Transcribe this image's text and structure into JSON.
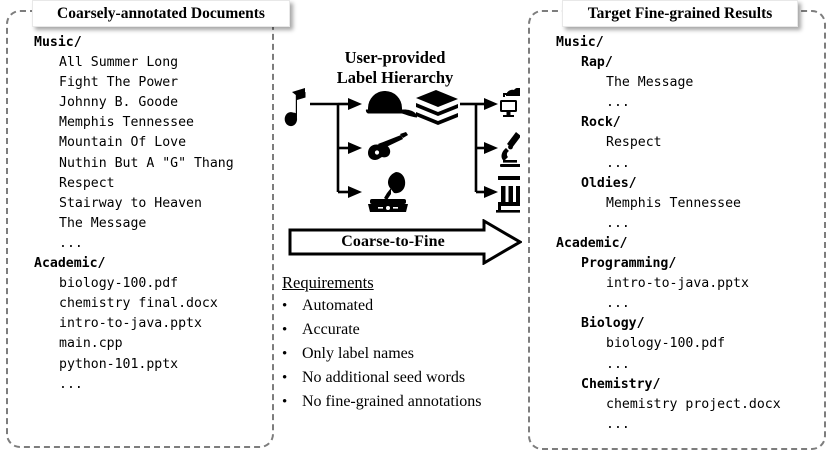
{
  "left_panel": {
    "title": "Coarsely-annotated Documents",
    "tree": [
      {
        "text": "Music/",
        "type": "node",
        "indent": 0
      },
      {
        "text": "All Summer Long",
        "type": "leaf",
        "indent": 1
      },
      {
        "text": "Fight The Power",
        "type": "leaf",
        "indent": 1
      },
      {
        "text": "Johnny B. Goode",
        "type": "leaf",
        "indent": 1
      },
      {
        "text": "Memphis Tennessee",
        "type": "leaf",
        "indent": 1
      },
      {
        "text": "Mountain Of Love",
        "type": "leaf",
        "indent": 1
      },
      {
        "text": "Nuthin But A \"G\" Thang",
        "type": "leaf",
        "indent": 1
      },
      {
        "text": "Respect",
        "type": "leaf",
        "indent": 1
      },
      {
        "text": "Stairway to Heaven",
        "type": "leaf",
        "indent": 1
      },
      {
        "text": "The Message",
        "type": "leaf",
        "indent": 1
      },
      {
        "text": "...",
        "type": "leaf",
        "indent": 1
      },
      {
        "text": "Academic/",
        "type": "node",
        "indent": 0
      },
      {
        "text": "biology-100.pdf",
        "type": "leaf",
        "indent": 1
      },
      {
        "text": "chemistry final.docx",
        "type": "leaf",
        "indent": 1
      },
      {
        "text": "intro-to-java.pptx",
        "type": "leaf",
        "indent": 1
      },
      {
        "text": "main.cpp",
        "type": "leaf",
        "indent": 1
      },
      {
        "text": "python-101.pptx",
        "type": "leaf",
        "indent": 1
      },
      {
        "text": "...",
        "type": "leaf",
        "indent": 1
      }
    ]
  },
  "right_panel": {
    "title": "Target Fine-grained Results",
    "tree": [
      {
        "text": "Music/",
        "type": "node",
        "indent": 0
      },
      {
        "text": "Rap/",
        "type": "node",
        "indent": 1
      },
      {
        "text": "The Message",
        "type": "leaf",
        "indent": 2
      },
      {
        "text": "...",
        "type": "leaf",
        "indent": 2
      },
      {
        "text": "Rock/",
        "type": "node",
        "indent": 1
      },
      {
        "text": "Respect",
        "type": "leaf",
        "indent": 2
      },
      {
        "text": "...",
        "type": "leaf",
        "indent": 2
      },
      {
        "text": "Oldies/",
        "type": "node",
        "indent": 1
      },
      {
        "text": "Memphis Tennessee",
        "type": "leaf",
        "indent": 2
      },
      {
        "text": "...",
        "type": "leaf",
        "indent": 2
      },
      {
        "text": "Academic/",
        "type": "node",
        "indent": 0
      },
      {
        "text": "Programming/",
        "type": "node",
        "indent": 1
      },
      {
        "text": "intro-to-java.pptx",
        "type": "leaf",
        "indent": 2
      },
      {
        "text": "...",
        "type": "leaf",
        "indent": 2
      },
      {
        "text": "Biology/",
        "type": "node",
        "indent": 1
      },
      {
        "text": "biology-100.pdf",
        "type": "leaf",
        "indent": 2
      },
      {
        "text": "...",
        "type": "leaf",
        "indent": 2
      },
      {
        "text": "Chemistry/",
        "type": "node",
        "indent": 1
      },
      {
        "text": "chemistry project.docx",
        "type": "leaf",
        "indent": 2
      },
      {
        "text": "...",
        "type": "leaf",
        "indent": 2
      }
    ]
  },
  "center": {
    "hierarchy_title_line1": "User-provided",
    "hierarchy_title_line2": "Label Hierarchy",
    "arrow_label": "Coarse-to-Fine",
    "icons": {
      "music_root": "music-note-icon",
      "music_children": [
        "cap-icon",
        "guitar-icon",
        "gramophone-icon"
      ],
      "academic_root": "books-icon",
      "academic_children": [
        "computer-cloud-icon",
        "microscope-icon",
        "test-tubes-icon"
      ]
    },
    "requirements": {
      "heading": "Requirements",
      "bullet": "•",
      "items": [
        "Automated",
        "Accurate",
        "Only label names",
        "No additional seed words",
        "No fine-grained annotations"
      ]
    }
  },
  "colors": {
    "panel_border": "#7d7d7d",
    "text": "#000000",
    "background": "#ffffff"
  }
}
